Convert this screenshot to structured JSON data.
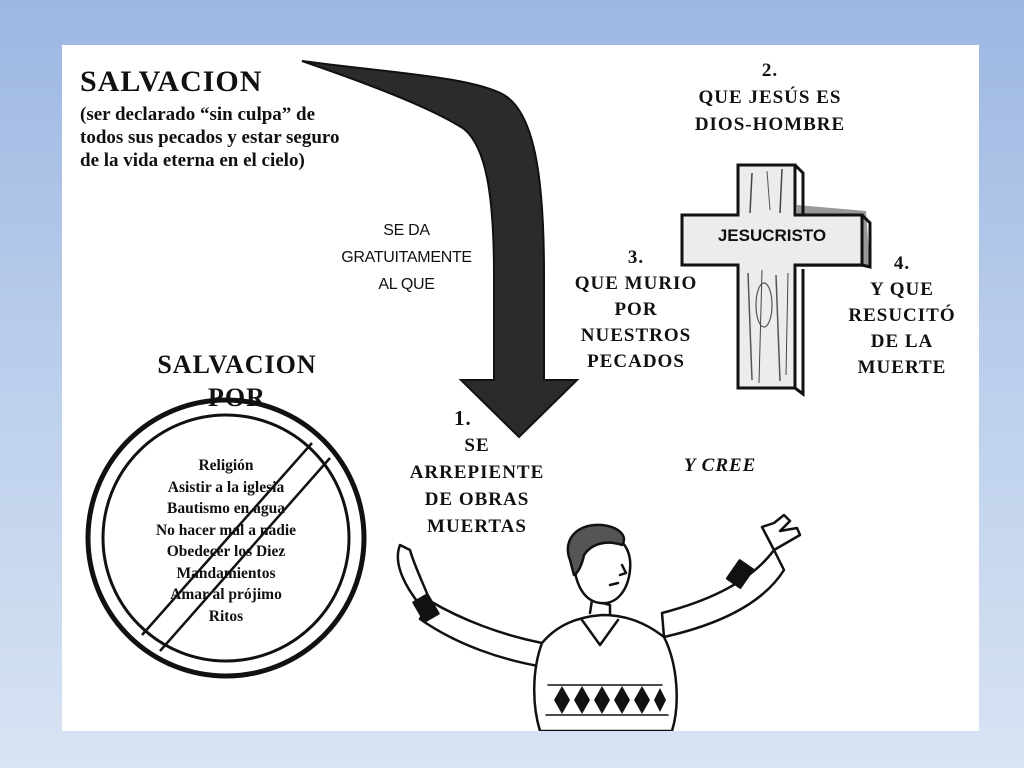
{
  "header": {
    "title": "SALVACION",
    "description_lines": [
      "(ser declarado “sin culpa” de",
      "todos sus pecados y estar seguro",
      "de la vida eterna en el cielo)"
    ]
  },
  "arrow_label": {
    "lines": [
      "SE DA",
      "GRATUITAMENTE",
      "AL QUE"
    ]
  },
  "cross": {
    "label": "JESUCRISTO"
  },
  "points": {
    "p1": {
      "number": "1.",
      "lines": [
        "SE",
        "ARREPIENTE",
        "DE OBRAS",
        "MUERTAS"
      ]
    },
    "p2": {
      "number": "2.",
      "lines": [
        "QUE JESÚS ES",
        "DIOS-HOMBRE"
      ]
    },
    "p3": {
      "number": "3.",
      "lines": [
        "QUE MURIO",
        "POR",
        "NUESTROS",
        "PECADOS"
      ]
    },
    "p4": {
      "number": "4.",
      "lines": [
        "Y QUE",
        "RESUCITÓ",
        "DE LA",
        "MUERTE"
      ]
    }
  },
  "believe_label": "Y CREE",
  "works": {
    "title_lines": [
      "SALVACION",
      "POR"
    ],
    "items": [
      "Religión",
      "Asistir a la iglesia",
      "Bautismo en agua",
      "No hacer mal a nadie",
      "Obedecer los Diez",
      "Mandamientos",
      "Amar al prójimo",
      "Ritos"
    ]
  },
  "colors": {
    "background_top": "#9db7e2",
    "background_bottom": "#d8e3f3",
    "panel": "#ffffff",
    "ink": "#111111",
    "arrow": "#2b2b2b"
  }
}
